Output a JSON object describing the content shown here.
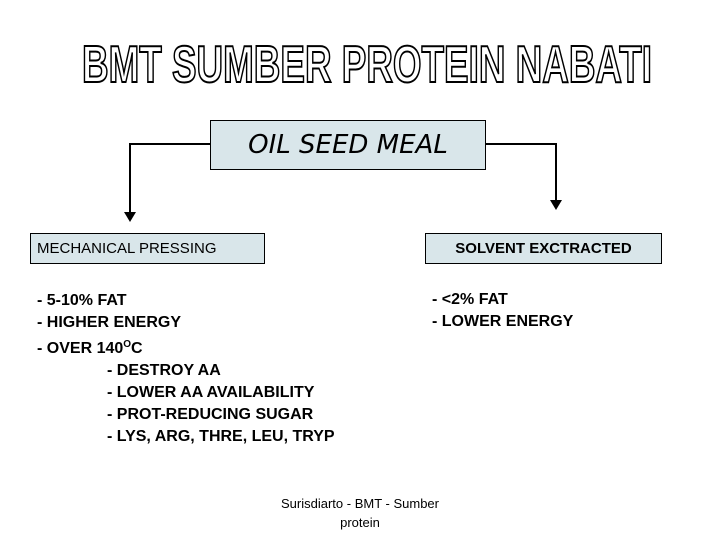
{
  "title": "BMT SUMBER PROTEIN NABATI",
  "top_box": "OIL SEED MEAL",
  "left_box": "MECHANICAL PRESSING",
  "right_box": "SOLVENT EXCTRACTED",
  "left_items": [
    "- 5-10% FAT",
    "- HIGHER ENERGY"
  ],
  "left_temp": {
    "prefix": "- OVER 140",
    "superscript": "O",
    "suffix": "C"
  },
  "left_subitems": [
    "- DESTROY AA",
    "- LOWER AA AVAILABILITY",
    "- PROT-REDUCING SUGAR",
    "- LYS, ARG, THRE, LEU, TRYP"
  ],
  "right_items": [
    "- <2% FAT",
    "- LOWER ENERGY"
  ],
  "footer": {
    "line1": "Surisdiarto - BMT - Sumber",
    "line2": "protein"
  }
}
